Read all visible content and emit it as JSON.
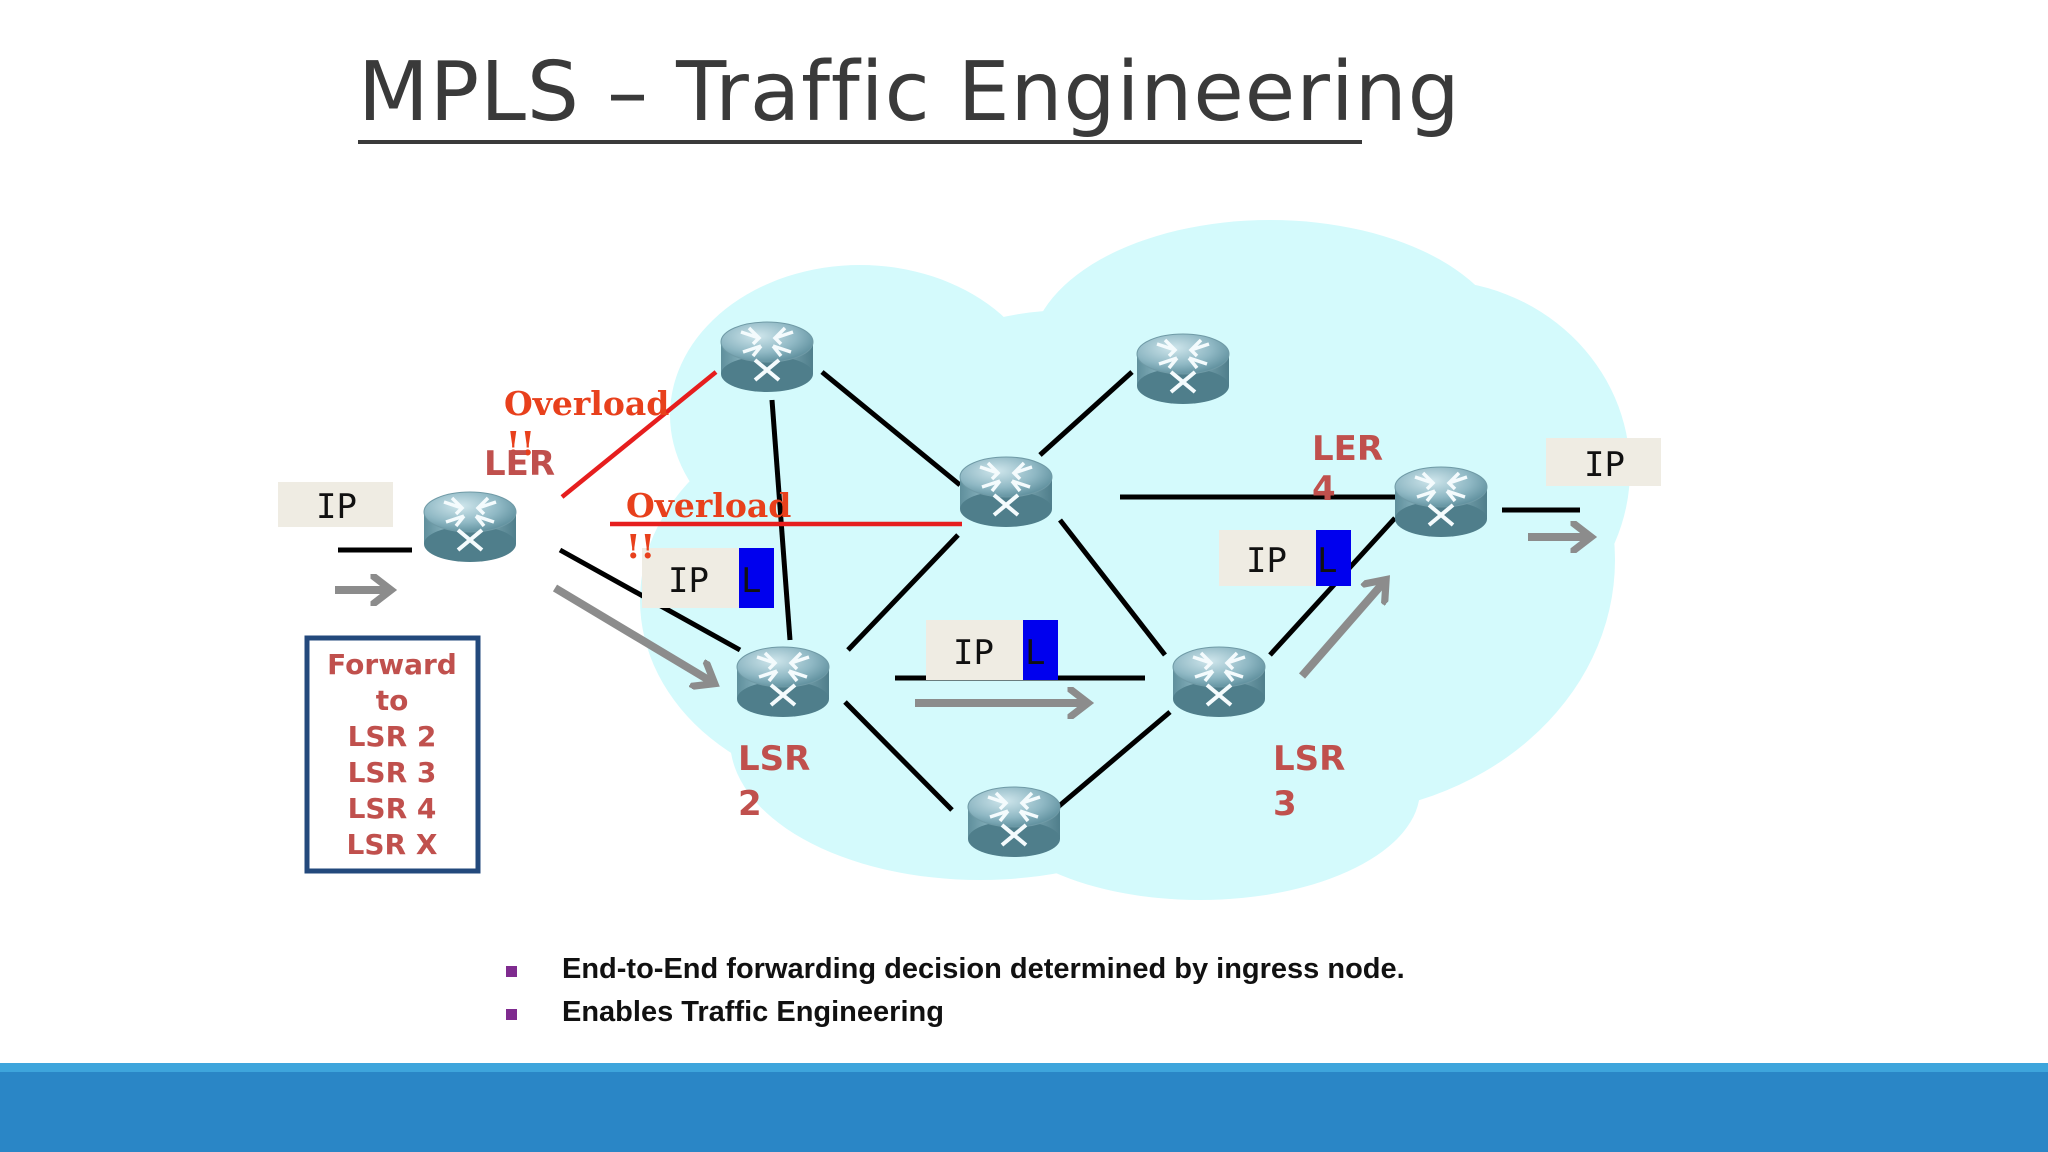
{
  "title": "MPLS – Traffic Engineering",
  "labels": {
    "ler_left": "LER",
    "ler_right_1": "LER",
    "ler_right_2": "4",
    "lsr2_1": "LSR",
    "lsr2_2": "2",
    "lsr3_1": "LSR",
    "lsr3_2": "3",
    "overload_1": "Overload",
    "overload_1_bang": "!!",
    "overload_2": "Overload",
    "overload_2_bang": "!!"
  },
  "packets": {
    "ip": "IP",
    "label": "L"
  },
  "forward_box": {
    "lines": [
      "Forward",
      "to",
      "LSR 2",
      "LSR 3",
      "LSR 4",
      "LSR X"
    ]
  },
  "bullets": [
    "End-to-End forwarding decision determined by ingress node.",
    "Enables Traffic Engineering"
  ],
  "colors": {
    "cloud": "#d4fafc",
    "link": "#000000",
    "overload_link": "#e61e1e",
    "label_block": "#0000ee",
    "ip_block": "#efece3",
    "arrow": "#8c8c8c",
    "router_label": "#c0504d",
    "overload_text": "#e8401c",
    "forward_box_border": "#23497c",
    "bullet": "#7f2b8f",
    "footer": "#2a86c6"
  }
}
